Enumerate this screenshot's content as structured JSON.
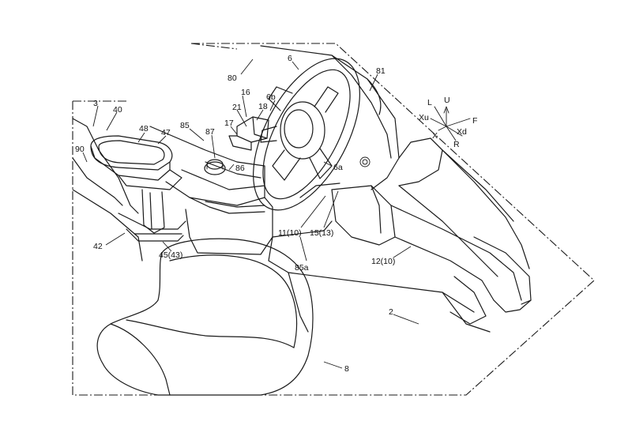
{
  "labels": {
    "r3": "3",
    "r40": "40",
    "r48": "48",
    "r47": "47",
    "r90": "90",
    "r85": "85",
    "r87": "87",
    "r86": "86",
    "r16": "16",
    "r21": "21",
    "r17": "17",
    "r18": "18",
    "r6b": "6b",
    "r6": "6",
    "r80": "80",
    "r81": "81",
    "r6a": "6a",
    "r11": "11(10)",
    "r15": "15(13)",
    "r85a": "85a",
    "r42": "42",
    "r45": "45(43)",
    "r12": "12(10)",
    "r2": "2",
    "r8": "8"
  },
  "axes": {
    "L": "L",
    "U": "U",
    "Xu": "Xu",
    "F": "F",
    "X": "X",
    "Xd": "Xd",
    "R": "R"
  },
  "colors": {
    "ink": "#1a1a1a",
    "paper": "#ffffff"
  }
}
